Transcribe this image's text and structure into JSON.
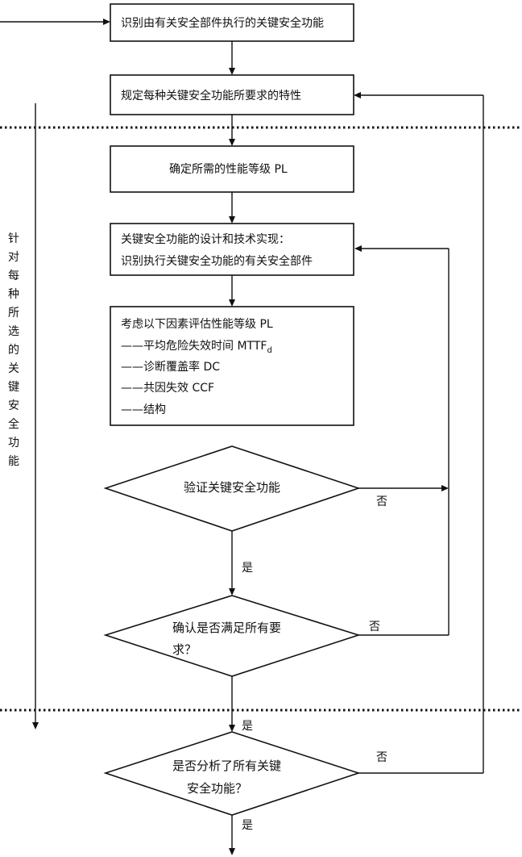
{
  "boxes": {
    "identify": "识别由有关安全部件执行的关键安全功能",
    "specify": "规定每种关键安全功能所要求的特性",
    "determine": "确定所需的性能等级 PL",
    "design": {
      "line1": "关键安全功能的设计和技术实现：",
      "line2": "识别执行关键安全功能的有关安全部件"
    },
    "evaluate": {
      "line1": "考虑以下因素评估性能等级 PL",
      "mttfd_prefix": "——平均危险失效时间 MTTF",
      "mttfd_sub": "d",
      "dc": "——诊断覆盖率 DC",
      "ccf": "——共因失效 CCF",
      "structure": "——结构"
    }
  },
  "decisions": {
    "verify": "验证关键安全功能",
    "confirm": {
      "line1": "确认是否满足所有要",
      "line2": "求？"
    },
    "all_analyzed": {
      "line1": "是否分析了所有关键",
      "line2": "安全功能？"
    }
  },
  "labels": {
    "no_verify": "否",
    "yes_verify": "是",
    "no_confirm": "否",
    "yes_confirm": "是",
    "no_all": "否",
    "yes_all": "是"
  },
  "side_label": [
    "针",
    "对",
    "每",
    "种",
    "所",
    "选",
    "的",
    "关",
    "键",
    "安",
    "全",
    "功",
    "能"
  ]
}
